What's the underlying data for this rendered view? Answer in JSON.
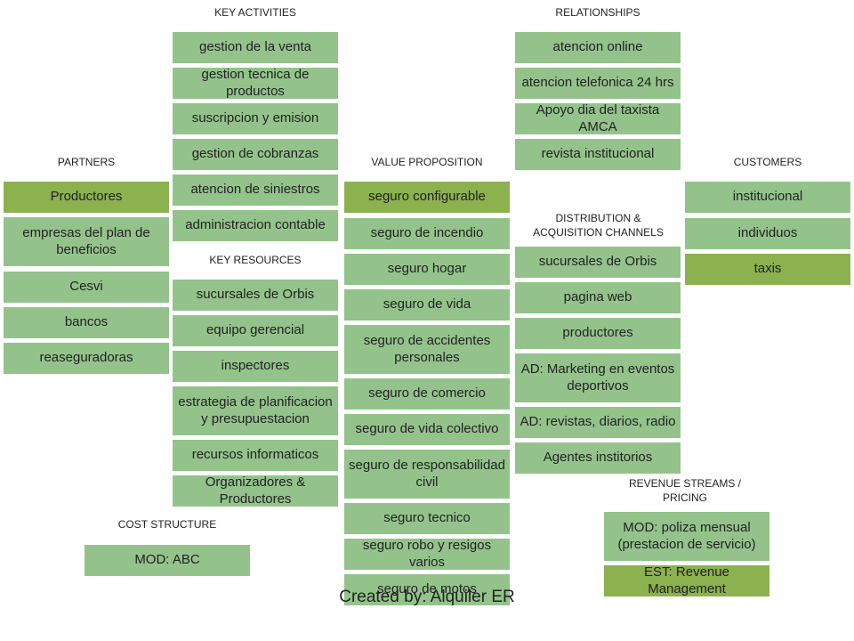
{
  "headers": {
    "key_activities": "KEY ACTIVITIES",
    "relationships": "RELATIONSHIPS",
    "partners": "PARTNERS",
    "value_proposition": "VALUE PROPOSITION",
    "customers": "CUSTOMERS",
    "key_resources": "KEY RESOURCES",
    "channels": "DISTRIBUTION  &  ACQUISITION  CHANNELS",
    "revenue": "REVENUE STREAMS  /  PRICING",
    "cost": "COST  STRUCTURE"
  },
  "key_activities": [
    "gestion de la venta",
    "gestion tecnica de productos",
    "suscripcion y emision",
    "gestion de cobranzas",
    "atencion de siniestros",
    "administracion contable"
  ],
  "relationships": [
    "atencion online",
    "atencion telefonica 24 hrs",
    "Apoyo dia del taxista AMCA",
    "revista institucional"
  ],
  "partners": [
    "Productores",
    "empresas del plan de beneficios",
    "Cesvi",
    "bancos",
    "reaseguradoras"
  ],
  "value_proposition": [
    "seguro configurable",
    "seguro de incendio",
    "seguro hogar",
    "seguro de vida",
    "seguro de accidentes personales",
    "seguro de comercio",
    "seguro de vida colectivo",
    "seguro de responsabilidad civil",
    "seguro tecnico",
    "seguro robo y resigos varios",
    "seguro de motos"
  ],
  "customers": [
    "institucional",
    "individuos",
    "taxis"
  ],
  "key_resources": [
    "sucursales de Orbis",
    "equipo gerencial",
    "inspectores",
    "estrategia de planificacion y presupuestacion",
    "recursos informaticos",
    "Organizadores & Productores"
  ],
  "channels": [
    "sucursales de Orbis",
    "pagina web",
    "productores",
    "AD: Marketing en eventos deportivos",
    "AD: revistas, diarios, radio",
    "Agentes institorios"
  ],
  "revenue": [
    "MOD: poliza mensual (prestacion de servicio)",
    "EST: Revenue Management"
  ],
  "cost": [
    "MOD: ABC"
  ],
  "footer": "Created by: Alquiler ER",
  "colors": {
    "box": "#93c38b",
    "highlight": "#8cb14f"
  }
}
